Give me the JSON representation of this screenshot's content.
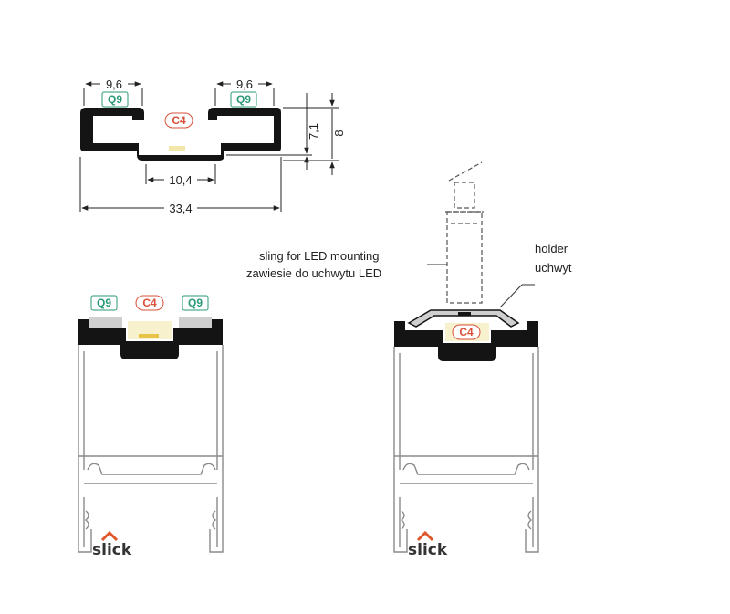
{
  "colors": {
    "profile": "#141414",
    "outline": "#8a8a8a",
    "q9": "#2a9a78",
    "c4": "#d9503a",
    "led": "#f2e6a8",
    "brand_mark": "#e0572c"
  },
  "top_view": {
    "dim_left": "9,6",
    "dim_right": "9,6",
    "dim_inner": "10,4",
    "dim_total": "33,4",
    "dim_height_inner": "7,1",
    "dim_height_total": "8",
    "tag_q9_left": "Q9",
    "tag_q9_right": "Q9",
    "tag_c4": "C4"
  },
  "left_view": {
    "tag_q9_left": "Q9",
    "tag_c4": "C4",
    "tag_q9_right": "Q9",
    "brand": "slick"
  },
  "right_view": {
    "callout_sling_en": "sling for LED mounting",
    "callout_sling_pl": "zawiesie do uchwytu LED",
    "callout_holder_en": "holder",
    "callout_holder_pl": "uchwyt",
    "tag_c4": "C4",
    "brand": "slick"
  }
}
